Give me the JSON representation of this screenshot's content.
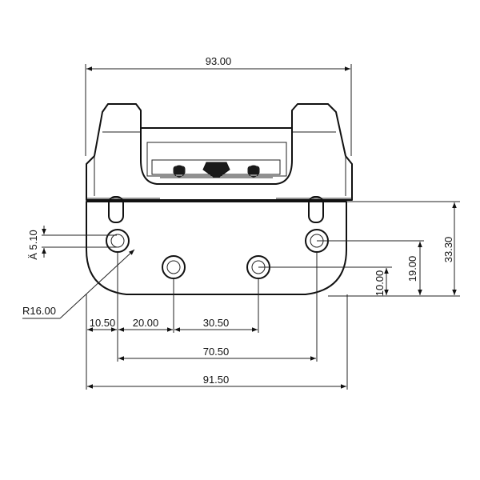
{
  "dimensions": {
    "overall_top_width": "93.00",
    "plate_width": "91.50",
    "hole_spacing_outer": "70.50",
    "edge_to_hole": "10.50",
    "hole_to_hole_1": "20.00",
    "hole_to_hole_2": "30.50",
    "outer_hole_height": "19.00",
    "inner_hole_height": "10.00",
    "plate_height": "33.30",
    "hole_diameter": "Ä 5.10",
    "corner_radius": "R16.00"
  }
}
